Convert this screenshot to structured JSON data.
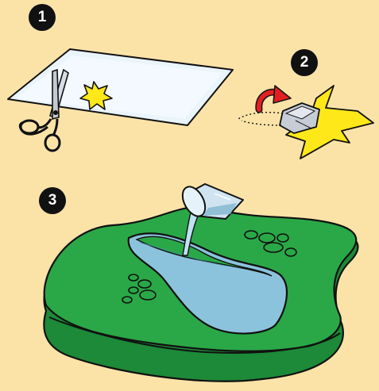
{
  "steps": [
    {
      "number": "1"
    },
    {
      "number": "2"
    },
    {
      "number": "3"
    }
  ],
  "colors": {
    "background": "#fbe3a8",
    "paper": "#eaf4fb",
    "star": "#ffe81a",
    "grass": "#2aa847",
    "grass_dark": "#1c8a38",
    "pond": "#8cc3dc",
    "arrow": "#e02020",
    "outline": "#111111"
  },
  "icons": {
    "scissors": "scissors-icon",
    "curl_arrow": "curved-arrow-icon",
    "cup": "glass-cup-icon"
  }
}
